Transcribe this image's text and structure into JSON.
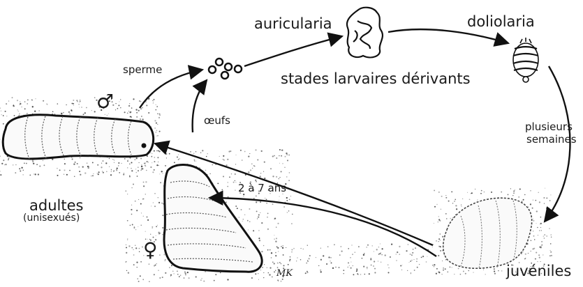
{
  "labels": {
    "auricularia": "auricularia",
    "doliolaria": "doliolaria",
    "larval_caption": "stades larvaires dérivants",
    "sperme": "sperme",
    "oeufs": "œufs",
    "plusieurs": "plusieurs",
    "semaines": "semaines",
    "duration": "2 à 7 ans",
    "adultes": "adultes",
    "unisexues": "(unisexués)",
    "juveniles": "juvéniles",
    "male_symbol": "♂",
    "female_symbol": "♀",
    "signature": "MK"
  }
}
